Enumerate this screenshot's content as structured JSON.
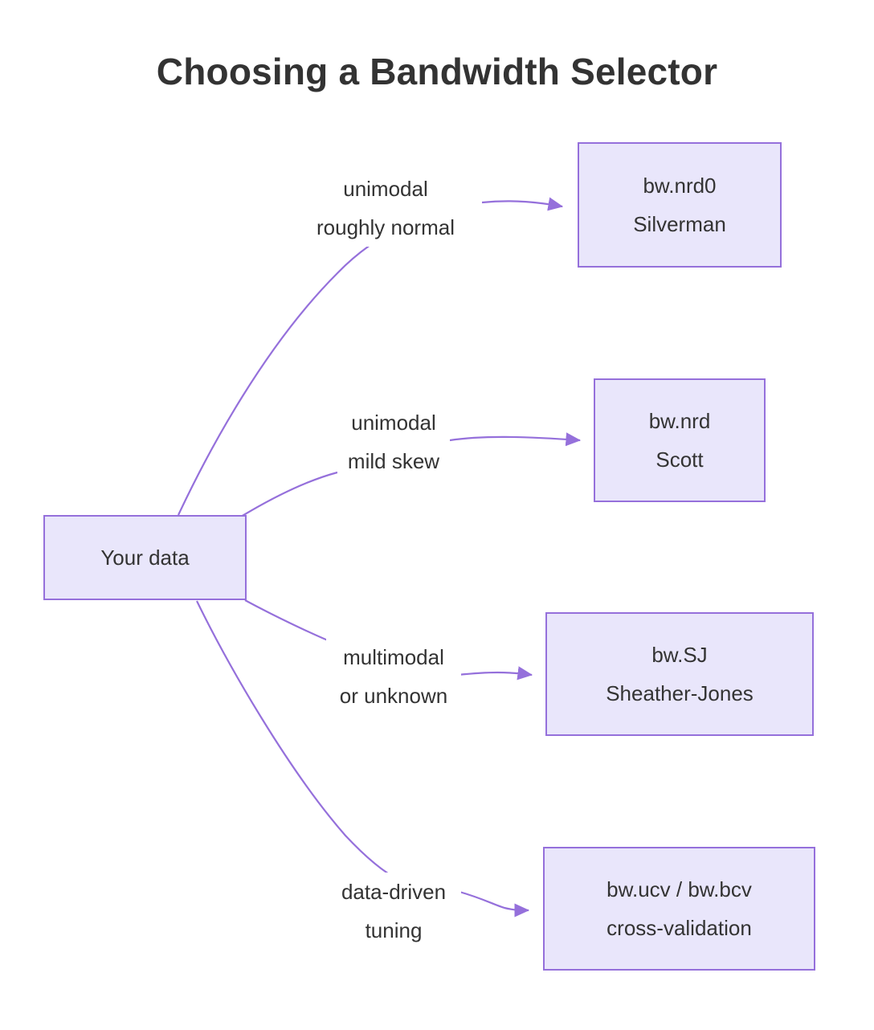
{
  "title": "Choosing a Bandwidth Selector",
  "colors": {
    "node_fill": "#e9e6fb",
    "node_border": "#9570db",
    "edge_stroke": "#9570db",
    "text": "#333333",
    "background": "#ffffff"
  },
  "chart_data": {
    "type": "diagram",
    "diagram_kind": "flowchart-left-to-right",
    "title": "Choosing a Bandwidth Selector",
    "nodes": [
      {
        "id": "source",
        "lines": [
          "Your data"
        ]
      },
      {
        "id": "nrd0",
        "lines": [
          "bw.nrd0",
          "Silverman"
        ]
      },
      {
        "id": "nrd",
        "lines": [
          "bw.nrd",
          "Scott"
        ]
      },
      {
        "id": "sj",
        "lines": [
          "bw.SJ",
          "Sheather-Jones"
        ]
      },
      {
        "id": "cv",
        "lines": [
          "bw.ucv / bw.bcv",
          "cross-validation"
        ]
      }
    ],
    "edges": [
      {
        "from": "source",
        "to": "nrd0",
        "label_lines": [
          "unimodal",
          "roughly normal"
        ]
      },
      {
        "from": "source",
        "to": "nrd",
        "label_lines": [
          "unimodal",
          "mild skew"
        ]
      },
      {
        "from": "source",
        "to": "sj",
        "label_lines": [
          "multimodal",
          "or unknown"
        ]
      },
      {
        "from": "source",
        "to": "cv",
        "label_lines": [
          "data-driven",
          "tuning"
        ]
      }
    ]
  },
  "nodes": {
    "source": {
      "line1": "Your data"
    },
    "nrd0": {
      "line1": "bw.nrd0",
      "line2": "Silverman"
    },
    "nrd": {
      "line1": "bw.nrd",
      "line2": "Scott"
    },
    "sj": {
      "line1": "bw.SJ",
      "line2": "Sheather-Jones"
    },
    "cv": {
      "line1": "bw.ucv / bw.bcv",
      "line2": "cross-validation"
    }
  },
  "edge_labels": {
    "e1": {
      "line1": "unimodal",
      "line2": "roughly normal"
    },
    "e2": {
      "line1": "unimodal",
      "line2": "mild skew"
    },
    "e3": {
      "line1": "multimodal",
      "line2": "or unknown"
    },
    "e4": {
      "line1": "data-driven",
      "line2": "tuning"
    }
  }
}
